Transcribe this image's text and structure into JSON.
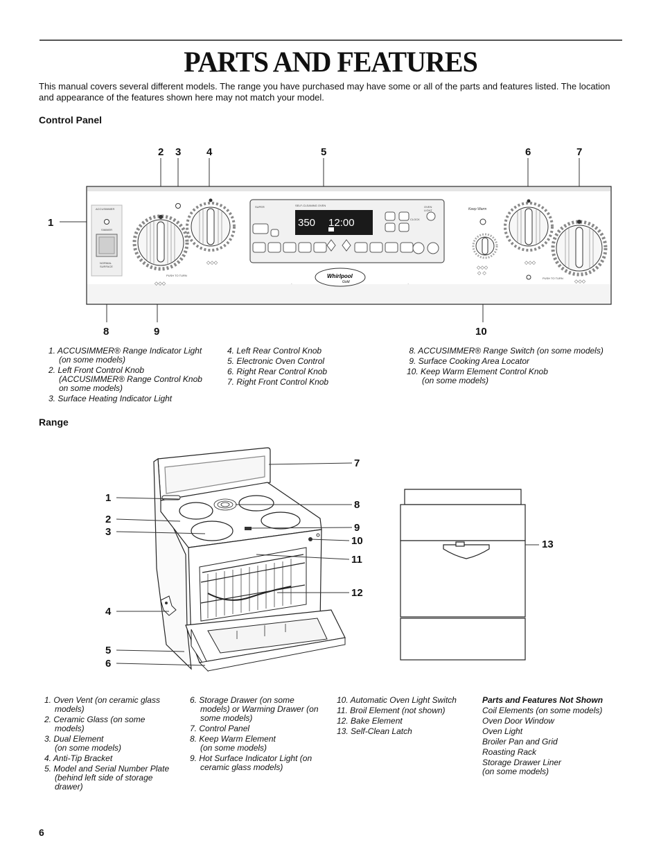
{
  "page": {
    "title": "PARTS AND FEATURES",
    "intro": "This manual covers several different models. The range you have purchased may have some or all of the parts and features listed. The location and appearance of the features shown here may not match your model.",
    "page_number": "6"
  },
  "control_panel": {
    "heading": "Control Panel",
    "callouts": [
      "1",
      "2",
      "3",
      "4",
      "5",
      "6",
      "7",
      "8",
      "9",
      "10"
    ],
    "display_temp": "350",
    "display_time": "12:00",
    "brand": "Whirlpool",
    "brand_sub": "Gold",
    "keep_warm_label": "Keep Warm",
    "col1": [
      {
        "num": "1.",
        "lines": [
          "ACCUSIMMER® Range Indicator Light",
          "(on some models)"
        ]
      },
      {
        "num": "2.",
        "lines": [
          "Left Front Control Knob",
          "(ACCUSIMMER® Range Control Knob",
          "on some models)"
        ]
      },
      {
        "num": "3.",
        "lines": [
          "Surface Heating Indicator Light"
        ]
      }
    ],
    "col2": [
      {
        "num": "4.",
        "lines": [
          "Left Rear Control Knob"
        ]
      },
      {
        "num": "5.",
        "lines": [
          "Electronic Oven Control"
        ]
      },
      {
        "num": "6.",
        "lines": [
          "Right Rear Control Knob"
        ]
      },
      {
        "num": "7.",
        "lines": [
          "Right Front Control Knob"
        ]
      }
    ],
    "col3": [
      {
        "num": "8.",
        "lines": [
          "ACCUSIMMER® Range Switch (on some models)"
        ]
      },
      {
        "num": "9.",
        "lines": [
          "Surface Cooking Area Locator"
        ]
      },
      {
        "num": "10.",
        "lines": [
          "Keep Warm Element Control Knob",
          "(on some models)"
        ]
      }
    ]
  },
  "range": {
    "heading": "Range",
    "callouts_left": [
      "1",
      "2",
      "3",
      "4",
      "5",
      "6"
    ],
    "callouts_right": [
      "7",
      "8",
      "9",
      "10",
      "11",
      "12"
    ],
    "callout_latch": "13",
    "col1": [
      {
        "num": "1.",
        "lines": [
          "Oven Vent (on ceramic glass",
          "models)"
        ]
      },
      {
        "num": "2.",
        "lines": [
          "Ceramic Glass (on some",
          "models)"
        ]
      },
      {
        "num": "3.",
        "lines": [
          "Dual Element",
          "(on some models)"
        ]
      },
      {
        "num": "4.",
        "lines": [
          "Anti-Tip Bracket"
        ]
      },
      {
        "num": "5.",
        "lines": [
          "Model and Serial Number Plate",
          "(behind left side of storage",
          "drawer)"
        ]
      }
    ],
    "col2": [
      {
        "num": "6.",
        "lines": [
          "Storage Drawer (on some",
          "models) or Warming Drawer (on",
          "some models)"
        ]
      },
      {
        "num": "7.",
        "lines": [
          "Control Panel"
        ]
      },
      {
        "num": "8.",
        "lines": [
          "Keep Warm Element",
          "(on some models)"
        ]
      },
      {
        "num": "9.",
        "lines": [
          "Hot Surface Indicator Light (on",
          "ceramic glass models)"
        ]
      }
    ],
    "col3": [
      {
        "num": "10.",
        "lines": [
          "Automatic Oven Light Switch"
        ]
      },
      {
        "num": "11.",
        "lines": [
          "Broil Element (not shown)"
        ]
      },
      {
        "num": "12.",
        "lines": [
          "Bake Element"
        ]
      },
      {
        "num": "13.",
        "lines": [
          "Self-Clean Latch"
        ]
      }
    ],
    "not_shown": {
      "heading": "Parts and Features Not Shown",
      "items": [
        "Coil Elements (on some models)",
        "Oven Door Window",
        "Oven Light",
        "Broiler Pan and Grid",
        "Roasting Rack",
        "Storage Drawer Liner",
        "(on some models)"
      ]
    }
  }
}
